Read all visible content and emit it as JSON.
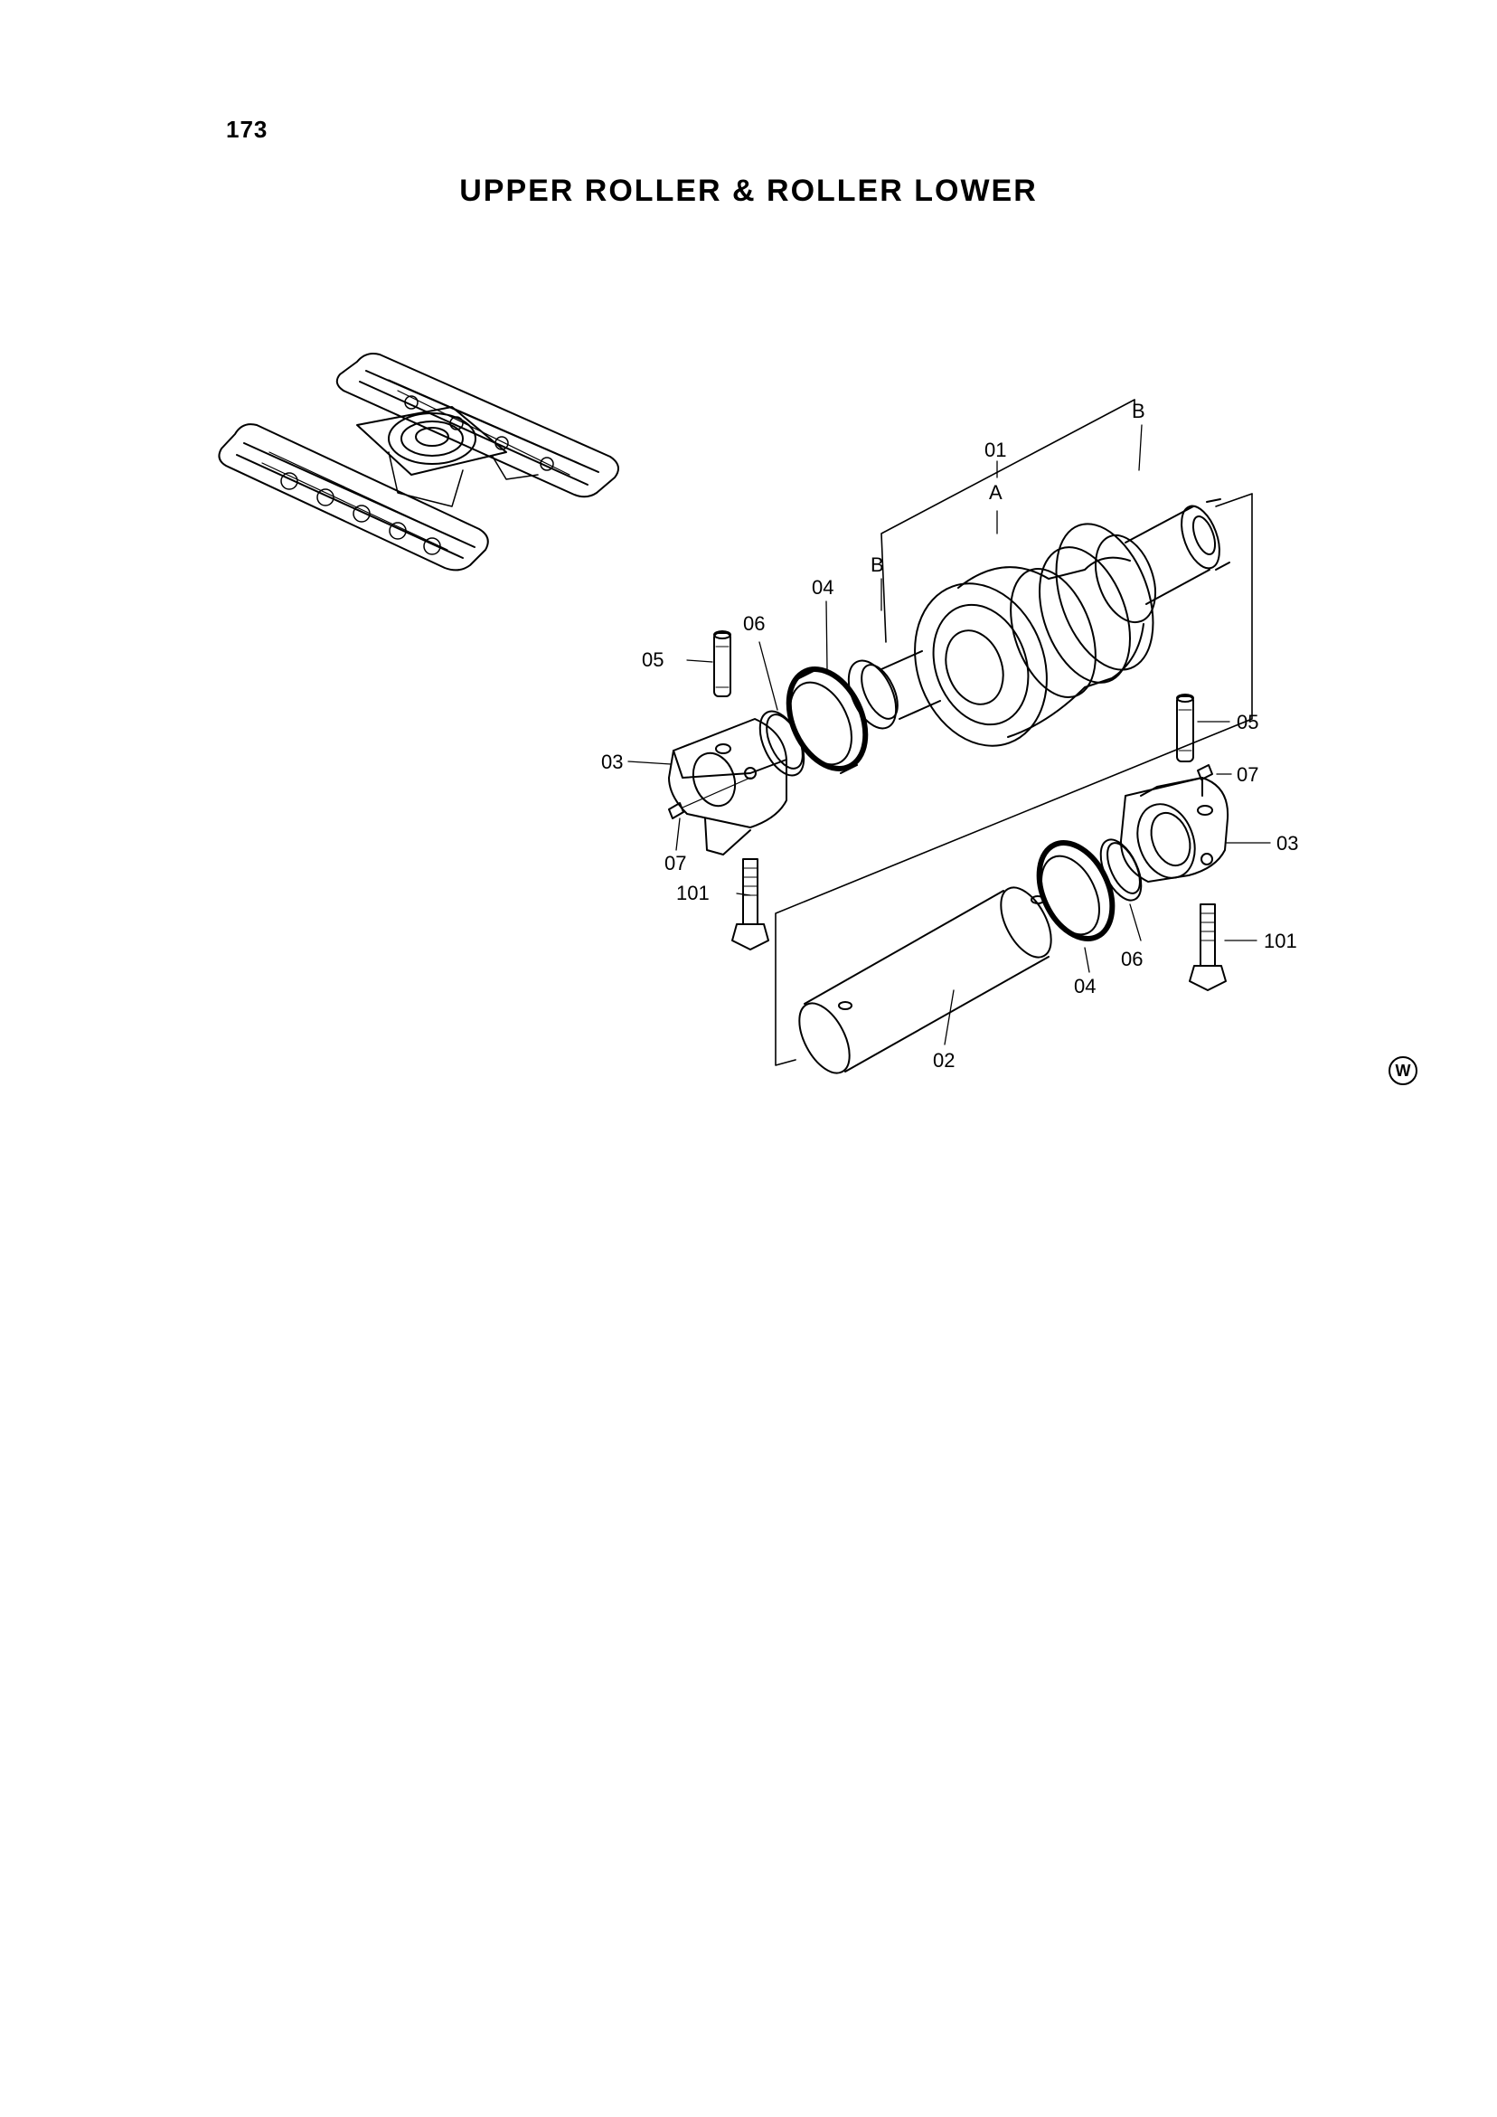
{
  "page_number": "173",
  "title": "UPPER ROLLER & ROLLER LOWER",
  "callouts": {
    "c01": "01",
    "cA": "A",
    "cB_top": "B",
    "cB_left": "B",
    "c04_top": "04",
    "c06_top": "06",
    "c05_left": "05",
    "c03_left": "03",
    "c07_left": "07",
    "c101_left": "101",
    "c05_right": "05",
    "c07_right": "07",
    "c03_right": "03",
    "c101_right": "101",
    "c06_bottom": "06",
    "c04_bottom": "04",
    "c02": "02"
  },
  "mark": "W"
}
